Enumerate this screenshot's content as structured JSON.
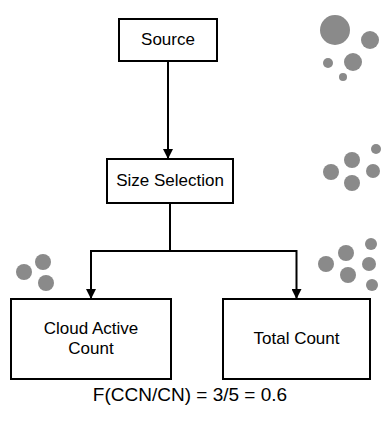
{
  "diagram": {
    "nodes": [
      {
        "text": [
          "Source"
        ]
      },
      {
        "text": [
          "Size Selection"
        ]
      },
      {
        "text": [
          "Cloud Active Count"
        ]
      },
      {
        "text": [
          "Total Count"
        ]
      }
    ],
    "edges": [
      {
        "from": 0,
        "to": 1,
        "arrow": "to"
      },
      {
        "from": 1,
        "to": 2,
        "arrow": "to"
      },
      {
        "from": 1,
        "to": 3,
        "arrow": "to"
      }
    ],
    "labels": [
      "F(CCN/CN) = 3/5 = 0.6"
    ]
  }
}
